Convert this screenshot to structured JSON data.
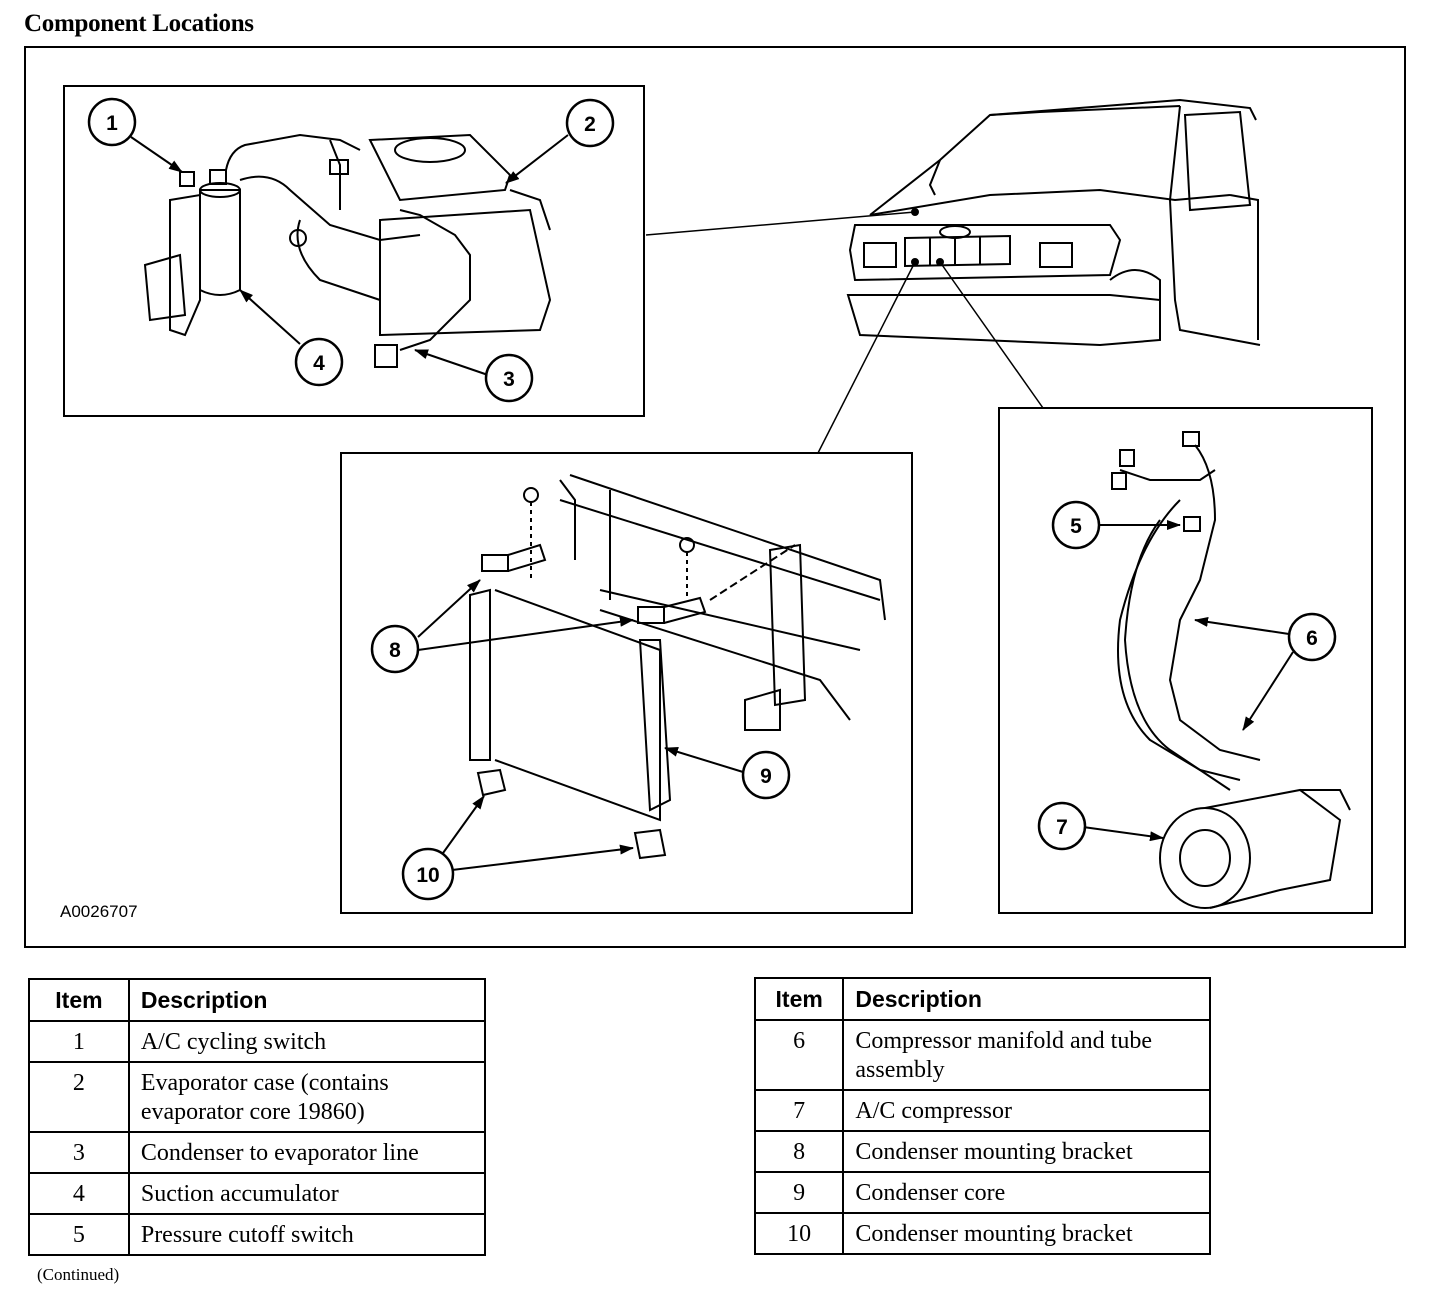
{
  "page": {
    "title": "Component Locations",
    "figure_id": "A0026707",
    "continued": "(Continued)"
  },
  "callouts": [
    "1",
    "2",
    "3",
    "4",
    "5",
    "6",
    "7",
    "8",
    "9",
    "10"
  ],
  "legend_left": {
    "headers": [
      "Item",
      "Description"
    ],
    "rows": [
      {
        "item": "1",
        "description": "A/C cycling switch"
      },
      {
        "item": "2",
        "description": "Evaporator case (contains evaporator core 19860)"
      },
      {
        "item": "3",
        "description": "Condenser to evaporator line"
      },
      {
        "item": "4",
        "description": "Suction accumulator"
      },
      {
        "item": "5",
        "description": "Pressure cutoff switch"
      }
    ]
  },
  "legend_right": {
    "headers": [
      "Item",
      "Description"
    ],
    "rows": [
      {
        "item": "6",
        "description": "Compressor manifold and tube assembly"
      },
      {
        "item": "7",
        "description": "A/C compressor"
      },
      {
        "item": "8",
        "description": "Condenser mounting bracket"
      },
      {
        "item": "9",
        "description": "Condenser core"
      },
      {
        "item": "10",
        "description": "Condenser mounting bracket"
      }
    ]
  }
}
